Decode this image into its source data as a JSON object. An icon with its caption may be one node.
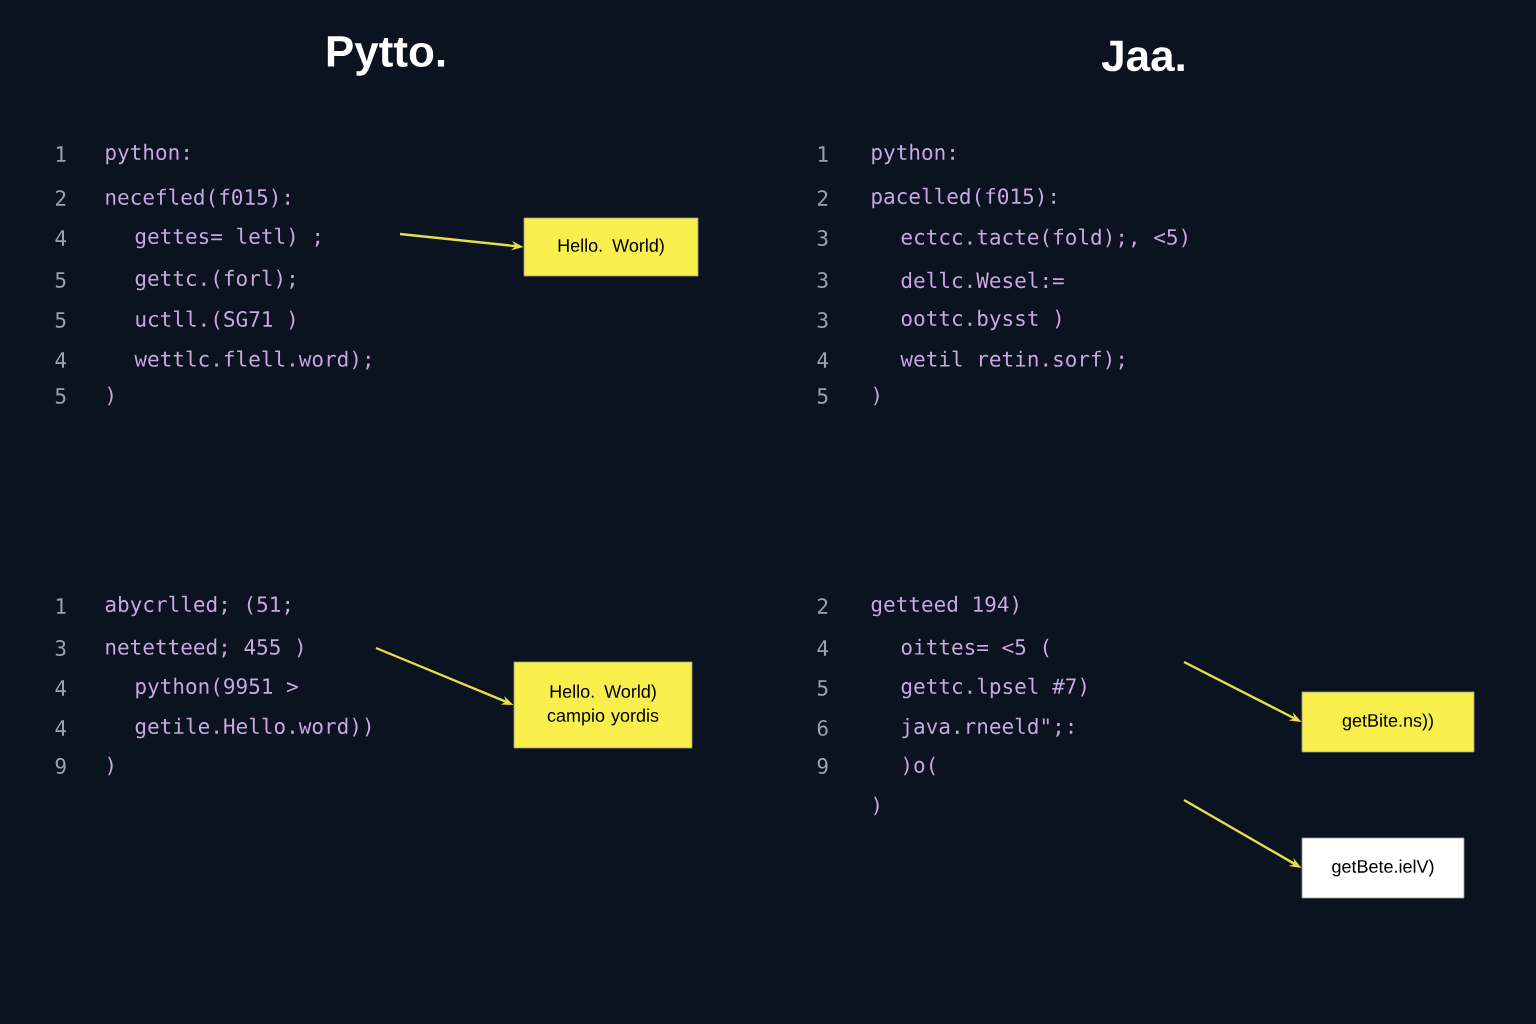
{
  "diagram": {
    "nodes": [
      {
        "text": [
          "Hello. World)"
        ]
      },
      {
        "text": [
          "Hello. World) campio yordis"
        ]
      },
      {
        "text": [
          "getBite.ns))"
        ]
      },
      {
        "text": [
          "getBete.ielV)"
        ]
      }
    ],
    "edges": [
      {
        "from": null,
        "to": 0,
        "arrow": "to"
      },
      {
        "from": null,
        "to": 1,
        "arrow": "to"
      },
      {
        "from": null,
        "to": 2,
        "arrow": "to"
      },
      {
        "from": null,
        "to": 3,
        "arrow": "to"
      }
    ],
    "labels": [
      "Pytto.",
      "Jaa.",
      "1",
      "python:",
      "2",
      "necefled(f015):",
      "4",
      "gettes= letl) ;",
      "5",
      "gettc.(forl);",
      "5",
      "uctll.(SG71 )",
      "4",
      "wettlc.flell.word);",
      "5",
      ")",
      "1",
      "python:",
      "2",
      "pacelled(f015):",
      "3",
      "ectcc.tacte(fold);, <5)",
      "3",
      "dellc.Wesel:=",
      "3",
      "oottc.bysst )",
      "4",
      "wetil retin.sorf);",
      "5",
      ")",
      "1",
      "abycrlled; (51;",
      "3",
      "netetteed; 455 )",
      "4",
      "python(9951 >",
      "4",
      "getile.Hello.word))",
      "9",
      ")",
      "2",
      "getteed 194)",
      "4",
      "oittes= <5 (",
      "5",
      "gettc.lpsel #7)",
      "6",
      "java.rneeld\";:",
      "9",
      ")o(",
      ")"
    ]
  }
}
